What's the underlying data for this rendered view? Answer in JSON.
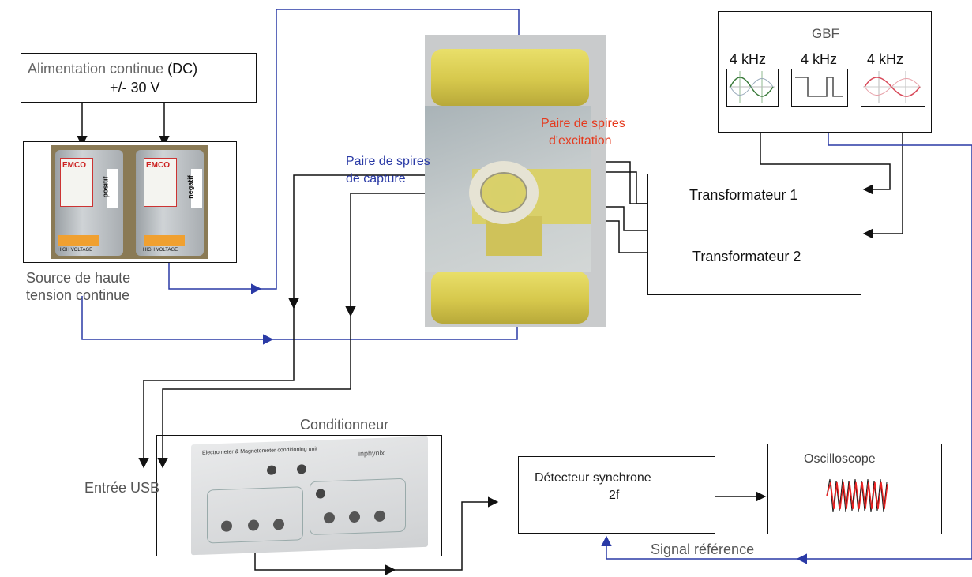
{
  "alimentation": {
    "line1_pre": "Alimentation continue ",
    "line1_dc": "(DC)",
    "line2": "+/- 30 V"
  },
  "hv_source": {
    "caption_line1": "Source de haute",
    "caption_line2": "tension continue",
    "module_left": {
      "brand": "EMCO",
      "side_label": "positif",
      "warning": "HIGH VOLTAGE"
    },
    "module_right": {
      "brand": "EMCO",
      "side_label": "negatif",
      "warning": "HIGH VOLTAGE"
    }
  },
  "gbf": {
    "title": "GBF",
    "freqs": [
      "4 kHz",
      "4 kHz",
      "4 kHz"
    ],
    "waveforms": [
      "sine-dual",
      "square",
      "sine-dual-red"
    ]
  },
  "labels": {
    "excitation_line1": "Paire de spires",
    "excitation_line2": "d'excitation",
    "capture_line1": "Paire de spires",
    "capture_line2": "de capture"
  },
  "transformers": {
    "t1": "Transformateur 1",
    "t2": "Transformateur 2"
  },
  "conditionneur": {
    "title": "Conditionneur",
    "usb": "Entrée USB",
    "panel_title": "Electrometer & Magnetometer conditioning unit",
    "brand": "inphynix"
  },
  "detecteur": {
    "line1": "Détecteur synchrone",
    "line2": "2f"
  },
  "oscilloscope": {
    "title": "Oscilloscope"
  },
  "signal_reference": "Signal référence",
  "colors": {
    "blue_wire": "#2a3aa6",
    "black_wire": "#111111",
    "red_label": "#e53a1e",
    "blue_label": "#2a3aa6"
  }
}
